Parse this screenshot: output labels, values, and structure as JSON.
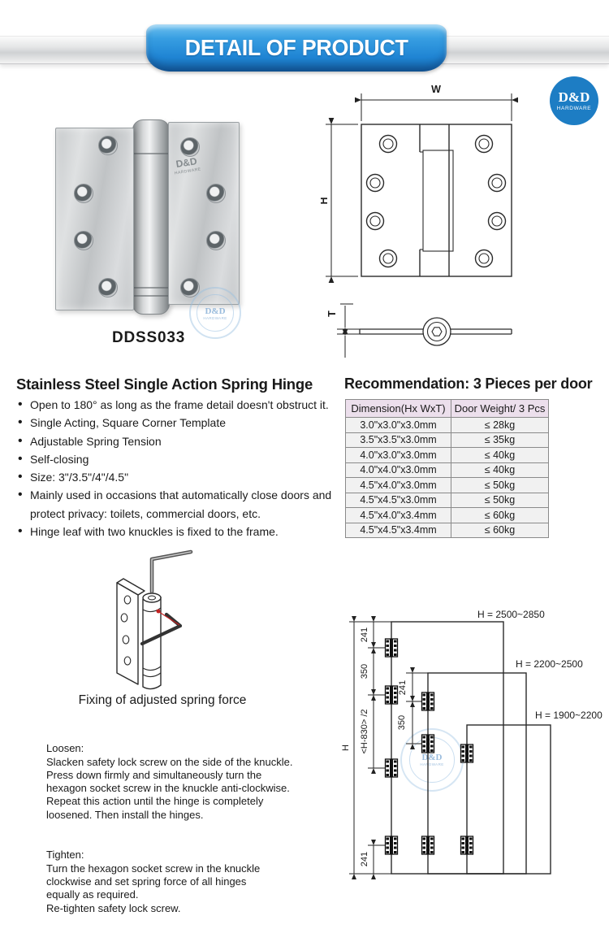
{
  "banner": {
    "title": "DETAIL OF PRODUCT"
  },
  "logo": {
    "line1": "D&D",
    "line2": "HARDWARE"
  },
  "product": {
    "model": "DDSS033",
    "etch_line1": "D&D",
    "etch_line2": "HARDWARE"
  },
  "drawing": {
    "width_label": "W",
    "height_label": "H",
    "thickness_label": "T"
  },
  "features": {
    "title": "Stainless Steel Single Action Spring Hinge",
    "items": [
      "Open to 180° as long as the frame detail doesn't obstruct it.",
      "Single Acting, Square Corner Template",
      "Adjustable Spring Tension",
      "Self-closing",
      "Size: 3\"/3.5\"/4\"/4.5\"",
      "Mainly used in occasions that automatically close doors and protect privacy: toilets, commercial doors, etc.",
      "Hinge leaf with two knuckles is fixed to the frame."
    ]
  },
  "recommendation": {
    "title": "Recommendation: 3 Pieces per door",
    "table": {
      "headers": [
        "Dimension(Hx WxT)",
        "Door Weight/ 3 Pcs"
      ],
      "rows": [
        [
          "3.0\"x3.0\"x3.0mm",
          "≤ 28kg"
        ],
        [
          "3.5\"x3.5\"x3.0mm",
          "≤ 35kg"
        ],
        [
          "4.0\"x3.0\"x3.0mm",
          "≤ 40kg"
        ],
        [
          "4.0\"x4.0\"x3.0mm",
          "≤ 40kg"
        ],
        [
          "4.5\"x4.0\"x3.0mm",
          "≤ 50kg"
        ],
        [
          "4.5\"x4.5\"x3.0mm",
          "≤ 50kg"
        ],
        [
          "4.5\"x4.0\"x3.4mm",
          "≤ 60kg"
        ],
        [
          "4.5\"x4.5\"x3.4mm",
          "≤ 60kg"
        ]
      ]
    }
  },
  "adjustment": {
    "caption": "Fixing of adjusted spring force",
    "loosen_title": "Loosen:",
    "loosen_text": "Slacken safety lock screw on the side of the knuckle.\nPress down firmly and simultaneously turn the\nhexagon socket screw in the knuckle anti-clockwise.\nRepeat this action until the hinge is completely\nloosened. Then install the hinges.",
    "tighten_title": "Tighten:",
    "tighten_text": "Turn the hexagon socket screw in the knuckle\nclockwise and set spring force of all hinges\nequally as required.\nRe-tighten safety lock screw."
  },
  "installation": {
    "doors": [
      {
        "label": "H = 2500~2850"
      },
      {
        "label": "H = 2200~2500"
      },
      {
        "label": "H = 1900~2200"
      }
    ],
    "dim_overall": "H",
    "dim_top": "241",
    "dim_upper_gap": "350",
    "dim_half": "<H-830> /2",
    "dim_bottom": "241",
    "dim_mid_top": "241",
    "dim_mid_gap": "350"
  },
  "colors": {
    "ribbon_blue": "#2e97de",
    "logo_blue": "#1d7dc4",
    "table_header_bg": "#ecdfec"
  }
}
